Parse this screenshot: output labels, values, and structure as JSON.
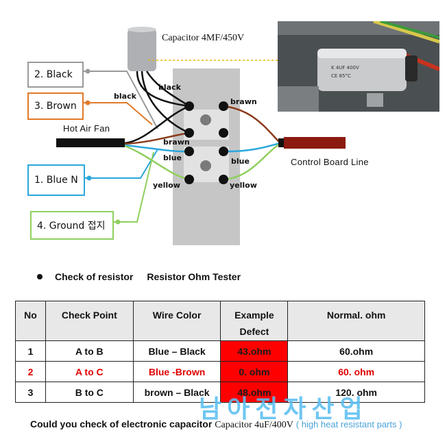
{
  "diagram": {
    "capacitor_title": "Capacitor 4MF/450V",
    "hot_air_fan": "Hot Air Fan",
    "control_board_line": "Control Board Line",
    "boxes": {
      "black": "2. Black",
      "brown": "3. Brown",
      "blue": "1. Blue N",
      "ground": "4. Ground 접지"
    },
    "wire_labels": {
      "black_top": "black",
      "black_left": "black",
      "brawn_right": "brawn",
      "brawn_left": "brawn",
      "blue_left": "blue",
      "blue_right": "blue",
      "yellow_left": "yellow",
      "yellow_right": "yellow"
    },
    "colors": {
      "black": "#111111",
      "brown": "#8b3a1a",
      "blue": "#2aa7dc",
      "yellow_green": "#8fcf5e",
      "orange_border": "#e07a28",
      "gray_border": "#9a9a9a",
      "block_gray": "#c6c6c6",
      "control_cable": "#8b1a10"
    },
    "photo": {
      "description_icon": "capacitor-photo"
    }
  },
  "check": {
    "title": "Check of resistor",
    "subtitle": "Resistor Ohm Tester"
  },
  "table": {
    "headers": {
      "no": "No",
      "check_point": "Check Point",
      "wire_color": "Wire Color",
      "defect_line1": "Example",
      "defect_line2": "Defect",
      "normal": "Normal. ohm"
    },
    "rows": [
      {
        "no": "1",
        "check_point": "A to B",
        "wire_color": "Blue – Black",
        "defect": "43.ohm",
        "normal": "60.ohm"
      },
      {
        "no": "2",
        "check_point": "A to C",
        "wire_color": "Blue -Brown",
        "defect": "0. ohm",
        "normal": "60. ohm"
      },
      {
        "no": "3",
        "check_point": "B to C",
        "wire_color": "brown – Black",
        "defect": "48.ohm",
        "normal": "120. ohm"
      }
    ]
  },
  "bottom": {
    "question": "Could you check of electronic capacitor",
    "capacitor": "Capacitor 4uF/400V",
    "note": "( high heat resistant parts )"
  },
  "watermark": "남아전자산업"
}
